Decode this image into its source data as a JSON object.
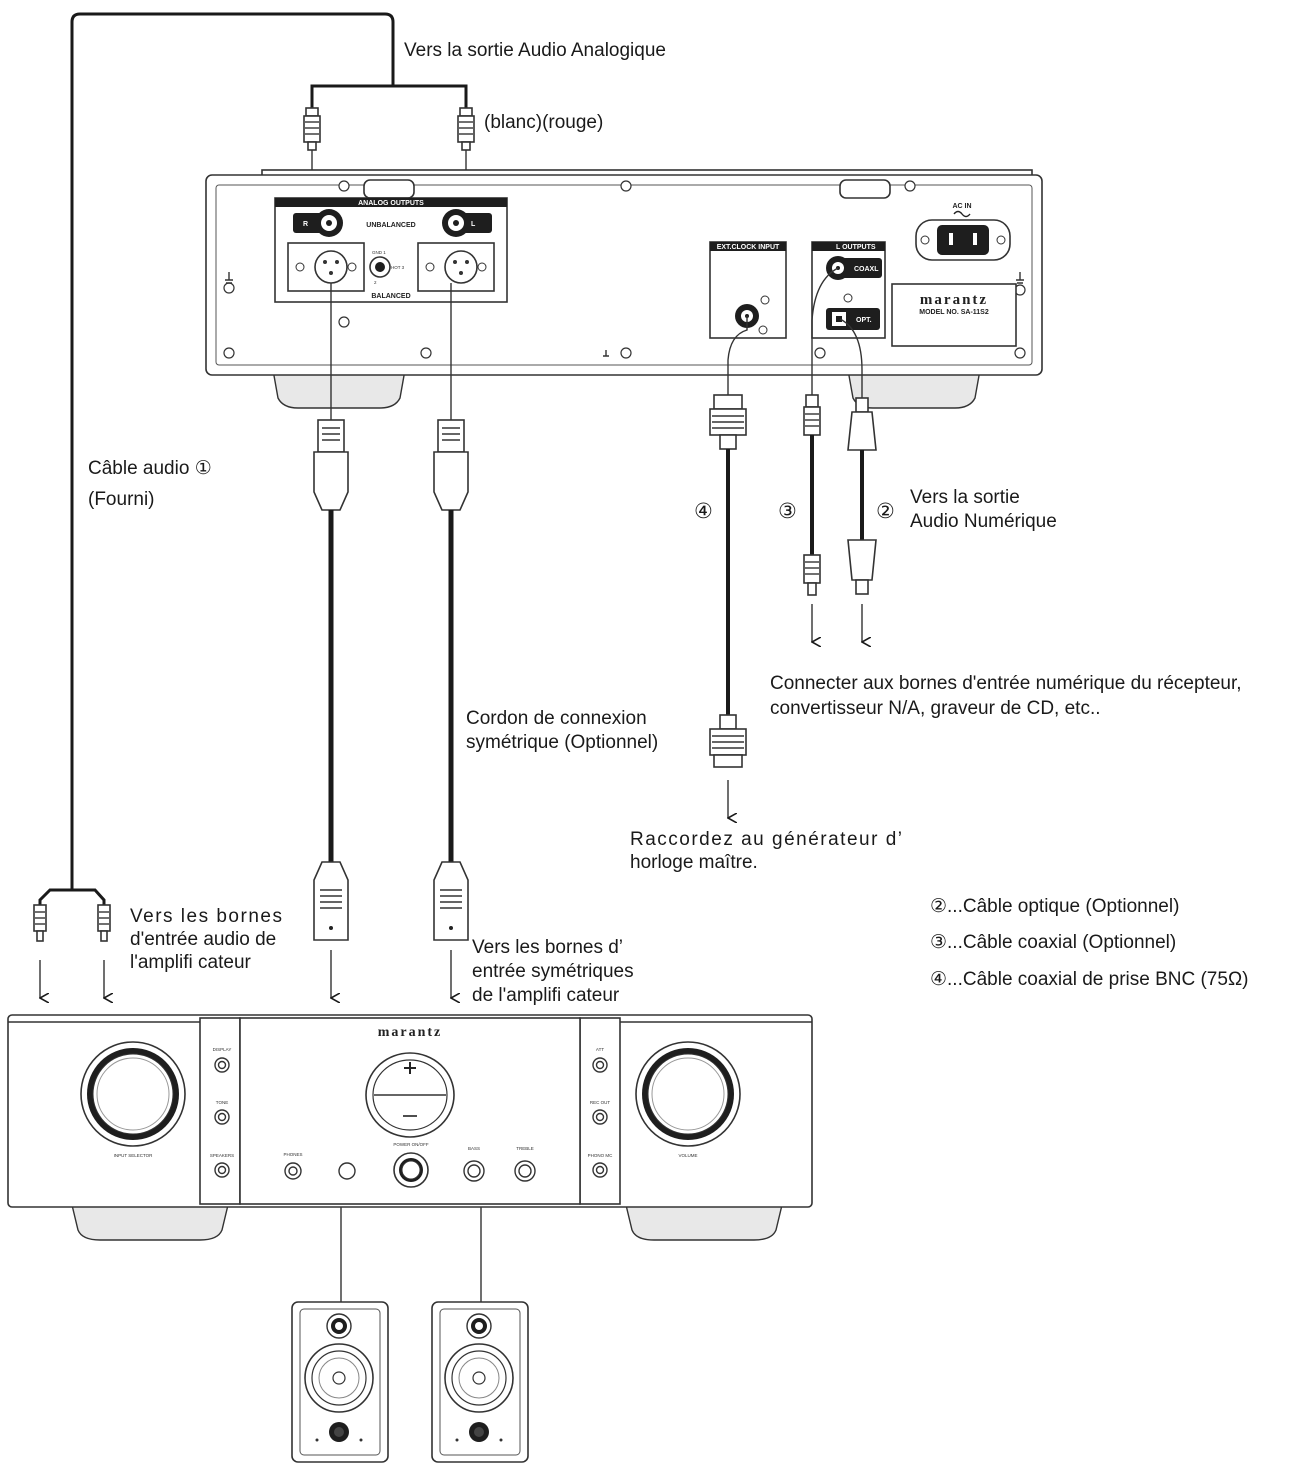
{
  "labels": {
    "analog_out": "Vers la sortie Audio Analogique",
    "blanc_rouge": "(blanc)(rouge)",
    "cable_audio": "Câble audio ①",
    "fourni": "(Fourni)",
    "cordon_line1": "Cordon de connexion",
    "cordon_line2": "symétrique (Optionnel)",
    "num_4": "④",
    "num_3": "③",
    "num_2": "②",
    "numerique_line1": "Vers la sortie",
    "numerique_line2": "Audio Numérique",
    "connecter_line1": "Connecter aux bornes d'entrée numérique du récepteur,",
    "connecter_line2": "convertisseur N/A, graveur de CD, etc..",
    "raccordez_line1": "Raccordez au générateur d’",
    "raccordez_line2": "horloge maître.",
    "amp_in_line1": "Vers les bornes",
    "amp_in_line2": "d'entrée audio de",
    "amp_in_line3": "l'amplifi cateur",
    "amp_bal_line1": "Vers les bornes d’",
    "amp_bal_line2": "entrée symétriques",
    "amp_bal_line3": "de l'amplifi cateur"
  },
  "legend": [
    "②...Câble optique (Optionnel)",
    "③...Câble coaxial (Optionnel)",
    "④...Câble coaxial de prise BNC (75Ω)"
  ],
  "player_panel": {
    "analog_outputs": "ANALOG OUTPUTS",
    "unbalanced": "UNBALANCED",
    "balanced": "BALANCED",
    "jack_r": "R",
    "jack_l": "L",
    "ext_clock": "EXT.CLOCK INPUT",
    "digital_outputs": "L OUTPUTS",
    "coax": "COAXL",
    "opt": "OPT.",
    "ac_in": "AC IN",
    "brand": "marantz",
    "model": "MODEL NO.  SA-11S2"
  },
  "amplifier": {
    "brand": "marantz",
    "input_selector": "INPUT SELECTOR",
    "volume": "VOLUME",
    "display": "DISPLAY",
    "tone": "TONE",
    "speakers": "SPEAKERS",
    "phones": "PHONES",
    "power": "POWER ON/OFF",
    "bass": "BASS",
    "treble": "TREBLE",
    "att": "ATT",
    "rec_out": "REC OUT",
    "phono": "PHONO MC"
  }
}
